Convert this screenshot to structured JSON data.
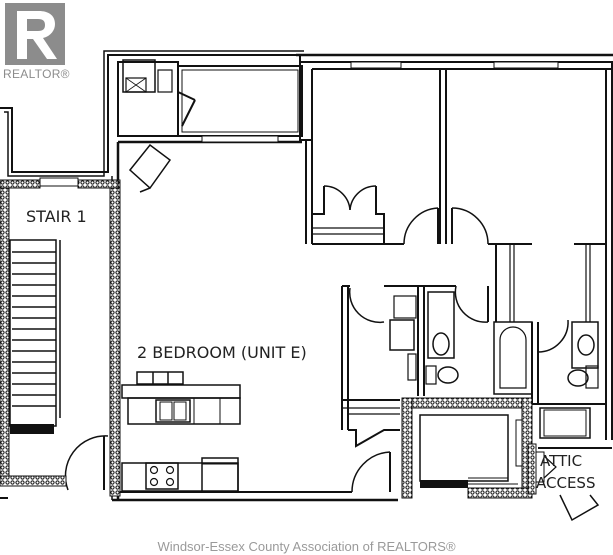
{
  "logo": {
    "text": "REALTOR®",
    "color": "#8c8c8c"
  },
  "plan": {
    "unit_label": "2 BEDROOM (UNIT E)",
    "stair_label": "STAIR 1",
    "attic_label_line1": "ATTIC",
    "attic_label_line2": "ACCESS"
  },
  "footer": {
    "text": "Windsor-Essex County Association of REALTORS®"
  }
}
